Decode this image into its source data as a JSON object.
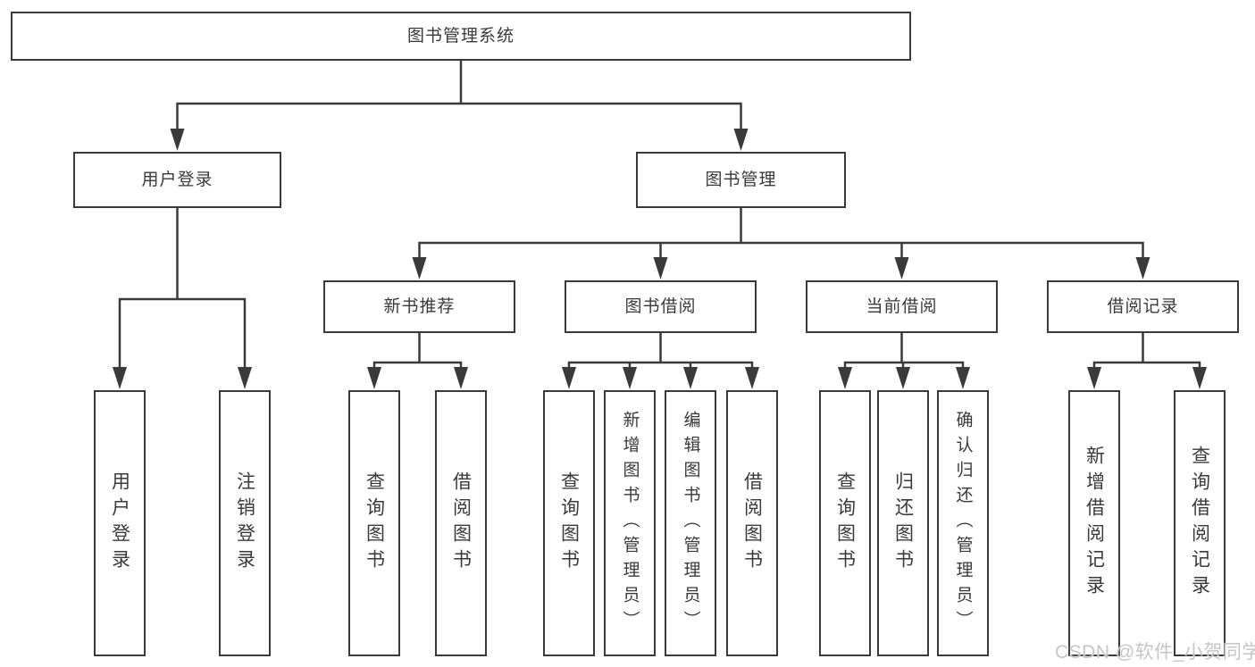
{
  "colors": {
    "line": "#3a3a3a",
    "text": "#3a3a3a",
    "background": "#ffffff",
    "watermark_text_color": "#c6c6c6"
  },
  "watermark": {
    "text": "CSDN @软件_小贺同学"
  },
  "diagram": {
    "root": {
      "label": "图书管理系统"
    },
    "branches": [
      {
        "label": "用户登录",
        "children": [
          {
            "label": "用户登录"
          },
          {
            "label": "注销登录"
          }
        ]
      },
      {
        "label": "图书管理",
        "children": [
          {
            "label": "新书推荐",
            "children": [
              {
                "label": "查询图书"
              },
              {
                "label": "借阅图书"
              }
            ]
          },
          {
            "label": "图书借阅",
            "children": [
              {
                "label": "查询图书"
              },
              {
                "label": "新增图书（管理员）"
              },
              {
                "label": "编辑图书（管理员）"
              },
              {
                "label": "借阅图书"
              }
            ]
          },
          {
            "label": "当前借阅",
            "children": [
              {
                "label": "查询图书"
              },
              {
                "label": "归还图书"
              },
              {
                "label": "确认归还（管理员）"
              }
            ]
          },
          {
            "label": "借阅记录",
            "children": [
              {
                "label": "新增借阅记录"
              },
              {
                "label": "查询借阅记录"
              }
            ]
          }
        ]
      }
    ]
  }
}
